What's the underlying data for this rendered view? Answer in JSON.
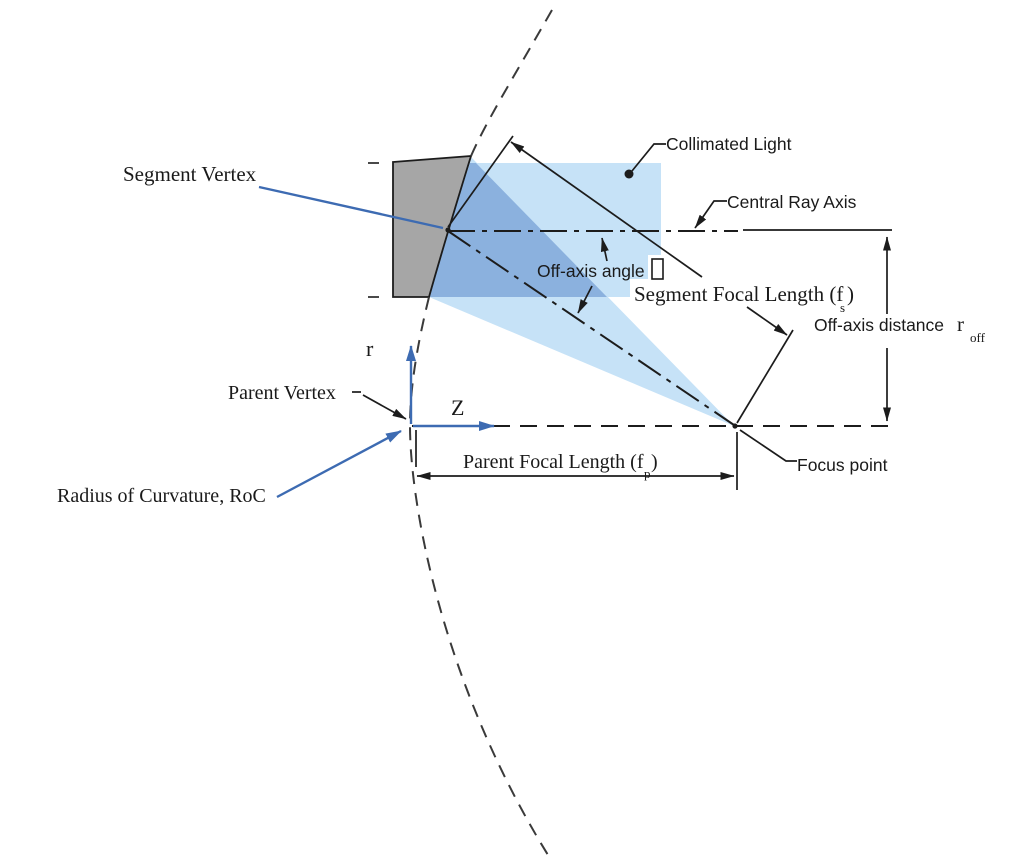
{
  "diagram": {
    "title_context": "Off-axis parabolic mirror geometry diagram",
    "labels": {
      "segment_vertex": "Segment Vertex",
      "collimated_light": "Collimated Light",
      "central_ray_axis": "Central Ray Axis",
      "off_axis_angle": "Off-axis angle",
      "segment_focal_length_pre": "Segment Focal Length (f",
      "segment_focal_length_sub": "s",
      "segment_focal_length_post": ")",
      "off_axis_distance": "Off-axis distance",
      "off_axis_distance_symbol": "r",
      "off_axis_distance_subscript": "off",
      "focus_point": "Focus point",
      "parent_vertex": "Parent Vertex",
      "radius_of_curvature": "Radius of Curvature, RoC",
      "parent_focal_length_pre": "Parent Focal Length (f",
      "parent_focal_length_sub": "p",
      "parent_focal_length_post": ")",
      "r_axis": "r",
      "z_axis": "Z"
    },
    "colors": {
      "beam_light_blue": "#c6e2f7",
      "beam_overlap_blue": "#8bb1de",
      "mirror_gray": "#a6a6a6",
      "annotation_blue": "#3d6bb2",
      "line_black": "#1c1c1c"
    }
  }
}
